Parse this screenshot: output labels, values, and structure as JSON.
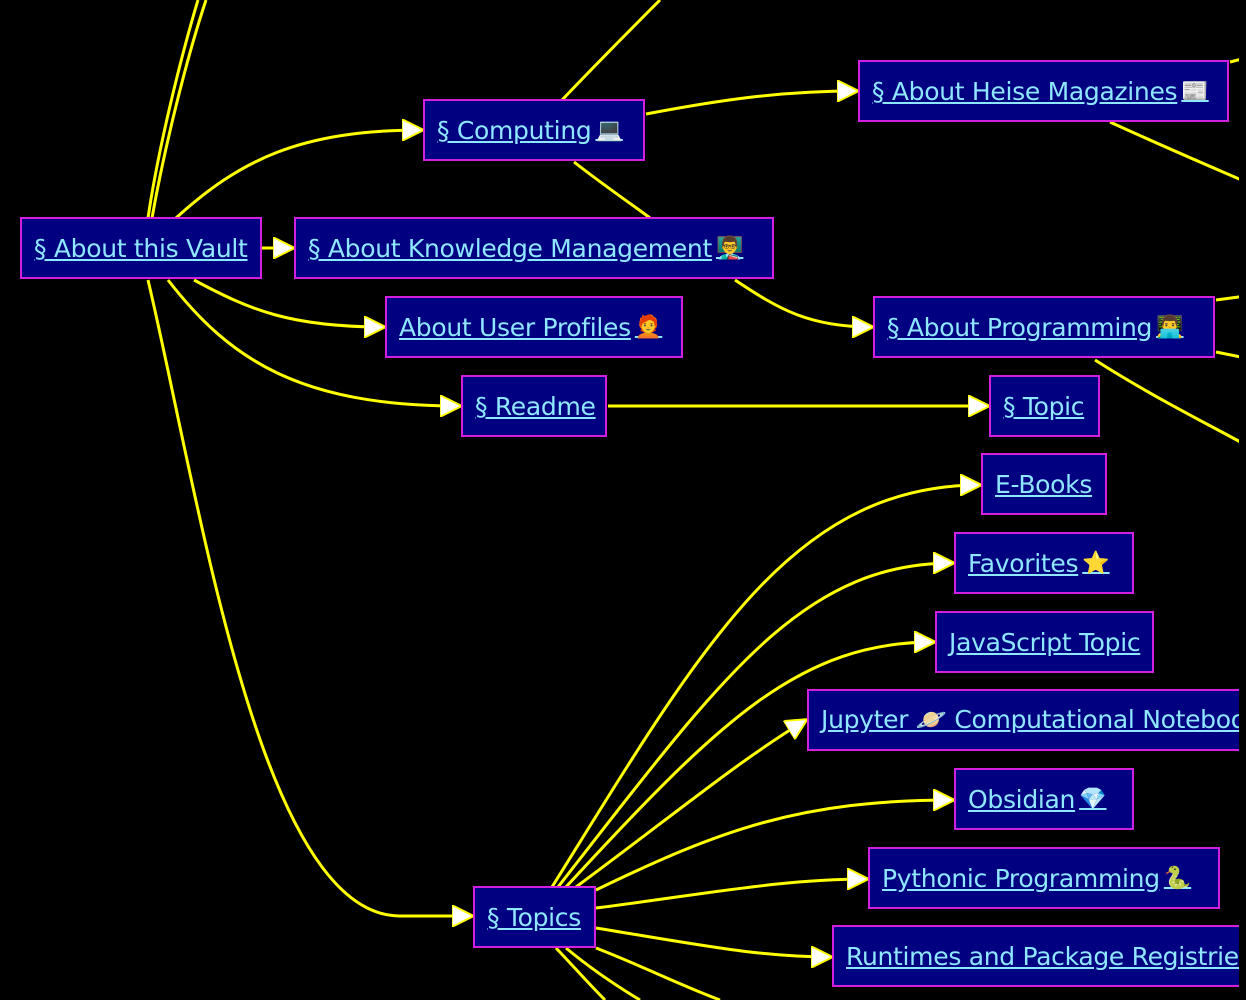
{
  "colors": {
    "background": "#000000",
    "node_fill": "#000080",
    "node_border": "#d21fe0",
    "link_text": "#8fe6ff",
    "edge": "#ffff00"
  },
  "nodes": {
    "about_vault": {
      "label": "§ About this Vault"
    },
    "computing": {
      "label": "§ Computing",
      "emoji": "💻"
    },
    "knowledge": {
      "label": "§ About Knowledge Management",
      "emoji": "👨‍🏫"
    },
    "user_profiles": {
      "label": "About User Profiles",
      "emoji": "🧑‍🦰"
    },
    "readme": {
      "label": "§ Readme"
    },
    "topics": {
      "label": "§ Topics"
    },
    "heise": {
      "label": "§ About Heise Magazines",
      "emoji": "📰"
    },
    "programming": {
      "label": "§ About Programming",
      "emoji": "👨‍💻"
    },
    "topic": {
      "label": "§ Topic"
    },
    "ebooks": {
      "label": "E-Books"
    },
    "favorites": {
      "label": "Favorites",
      "emoji": "⭐"
    },
    "javascript": {
      "label": "JavaScript Topic"
    },
    "jupyter": {
      "label": "Jupyter 🪐 Computational Notebooks"
    },
    "obsidian": {
      "label": "Obsidian",
      "emoji": "💎"
    },
    "pythonic": {
      "label": "Pythonic Programming",
      "emoji": "🐍"
    },
    "runtimes": {
      "label": "Runtimes and Package Registries"
    }
  }
}
